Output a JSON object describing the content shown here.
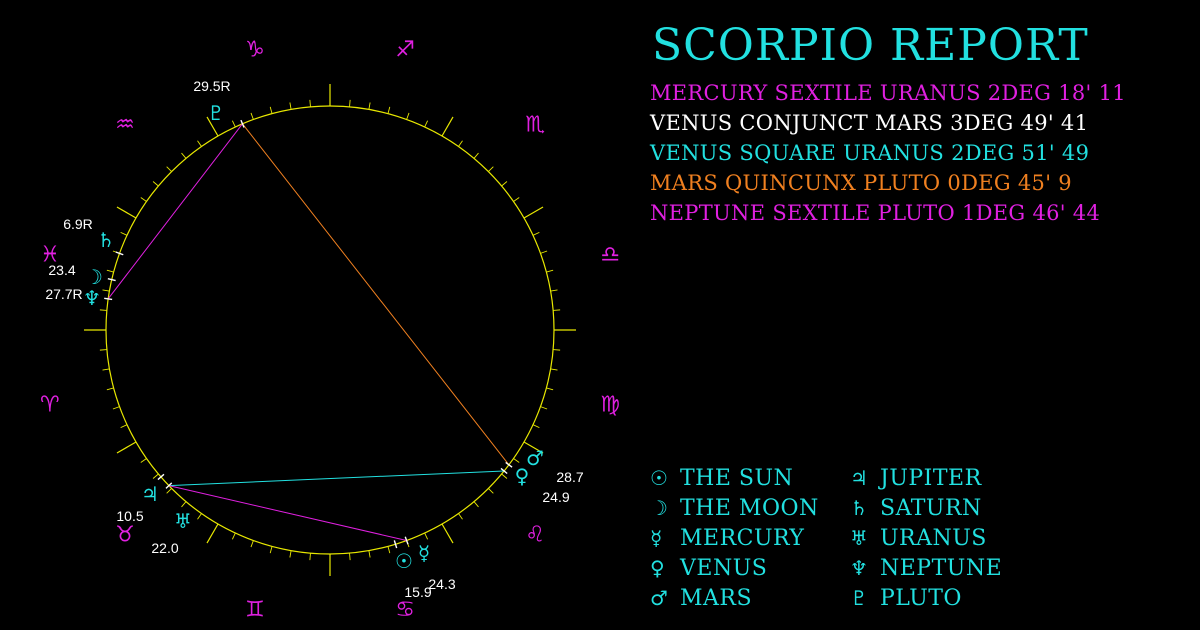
{
  "title": "SCORPIO REPORT",
  "colors": {
    "cyan": "#22e0e0",
    "magenta": "#e020e0",
    "white": "#ffffff",
    "orange": "#f08020",
    "wheel": "#e8e800"
  },
  "aspects": [
    {
      "text": "MERCURY SEXTILE URANUS 2DEG 18' 11",
      "color": "#e020e0",
      "parts": null
    },
    {
      "text": "VENUS CONJUNCT MARS 3DEG 49' 41",
      "color": "#ffffff",
      "parts": null
    },
    {
      "text": "VENUS SQUARE URANUS 2DEG 51' 49",
      "color": "#22e0e0",
      "parts": null
    },
    {
      "text": "MARS QUINCUNX PLUTO 0DEG 45' 9",
      "color": "#f08020",
      "parts": null
    },
    {
      "text": "NEPTUNE SEXTILE PLUTO 1DEG 46' 44",
      "color": "#e020e0",
      "parts": null
    }
  ],
  "legend": [
    {
      "glyph": "☉",
      "label": "THE SUN",
      "icon": "sun-icon"
    },
    {
      "glyph": "☽",
      "label": "THE MOON",
      "icon": "moon-icon"
    },
    {
      "glyph": "☿",
      "label": "MERCURY",
      "icon": "mercury-icon"
    },
    {
      "glyph": "♀",
      "label": "VENUS",
      "icon": "venus-icon"
    },
    {
      "glyph": "♂",
      "label": "MARS",
      "icon": "mars-icon"
    },
    {
      "glyph": "♃",
      "label": "JUPITER",
      "icon": "jupiter-icon"
    },
    {
      "glyph": "♄",
      "label": "SATURN",
      "icon": "saturn-icon"
    },
    {
      "glyph": "♅",
      "label": "URANUS",
      "icon": "uranus-icon"
    },
    {
      "glyph": "♆",
      "label": "NEPTUNE",
      "icon": "neptune-icon"
    },
    {
      "glyph": "♇",
      "label": "PLUTO",
      "icon": "pluto-icon"
    }
  ],
  "zodiac": [
    {
      "glyph": "♈",
      "name": "aries"
    },
    {
      "glyph": "♉",
      "name": "taurus"
    },
    {
      "glyph": "♊",
      "name": "gemini"
    },
    {
      "glyph": "♋",
      "name": "cancer"
    },
    {
      "glyph": "♌",
      "name": "leo"
    },
    {
      "glyph": "♍",
      "name": "virgo"
    },
    {
      "glyph": "♎",
      "name": "libra"
    },
    {
      "glyph": "♏",
      "name": "scorpio"
    },
    {
      "glyph": "♐",
      "name": "sagittarius"
    },
    {
      "glyph": "♑",
      "name": "capricorn"
    },
    {
      "glyph": "♒",
      "name": "aquarius"
    },
    {
      "glyph": "♓",
      "name": "pisces"
    }
  ],
  "planets": [
    {
      "name": "pluto",
      "glyph": "♇",
      "label": "29.5R"
    },
    {
      "name": "saturn",
      "glyph": "♄",
      "label": "6.9R"
    },
    {
      "name": "moon",
      "glyph": "☽",
      "label": "23.4"
    },
    {
      "name": "neptune",
      "glyph": "♆",
      "label": "27.7R"
    },
    {
      "name": "jupiter",
      "glyph": "♃",
      "label": "10.5"
    },
    {
      "name": "uranus",
      "glyph": "♅",
      "label": "22.0"
    },
    {
      "name": "sun",
      "glyph": "☉",
      "label": "15.9"
    },
    {
      "name": "mercury",
      "glyph": "☿",
      "label": "24.3"
    },
    {
      "name": "mars",
      "glyph": "♂",
      "label": "28.7"
    },
    {
      "name": "venus",
      "glyph": "♀",
      "label": "24.9"
    }
  ],
  "aspect_lines": [
    {
      "from": "pluto",
      "to": "neptune",
      "color": "#e020e0"
    },
    {
      "from": "pluto",
      "to": "mars",
      "color": "#f08020"
    },
    {
      "from": "uranus",
      "to": "venus",
      "color": "#22e0e0"
    },
    {
      "from": "uranus",
      "to": "mercury",
      "color": "#e020e0"
    }
  ]
}
